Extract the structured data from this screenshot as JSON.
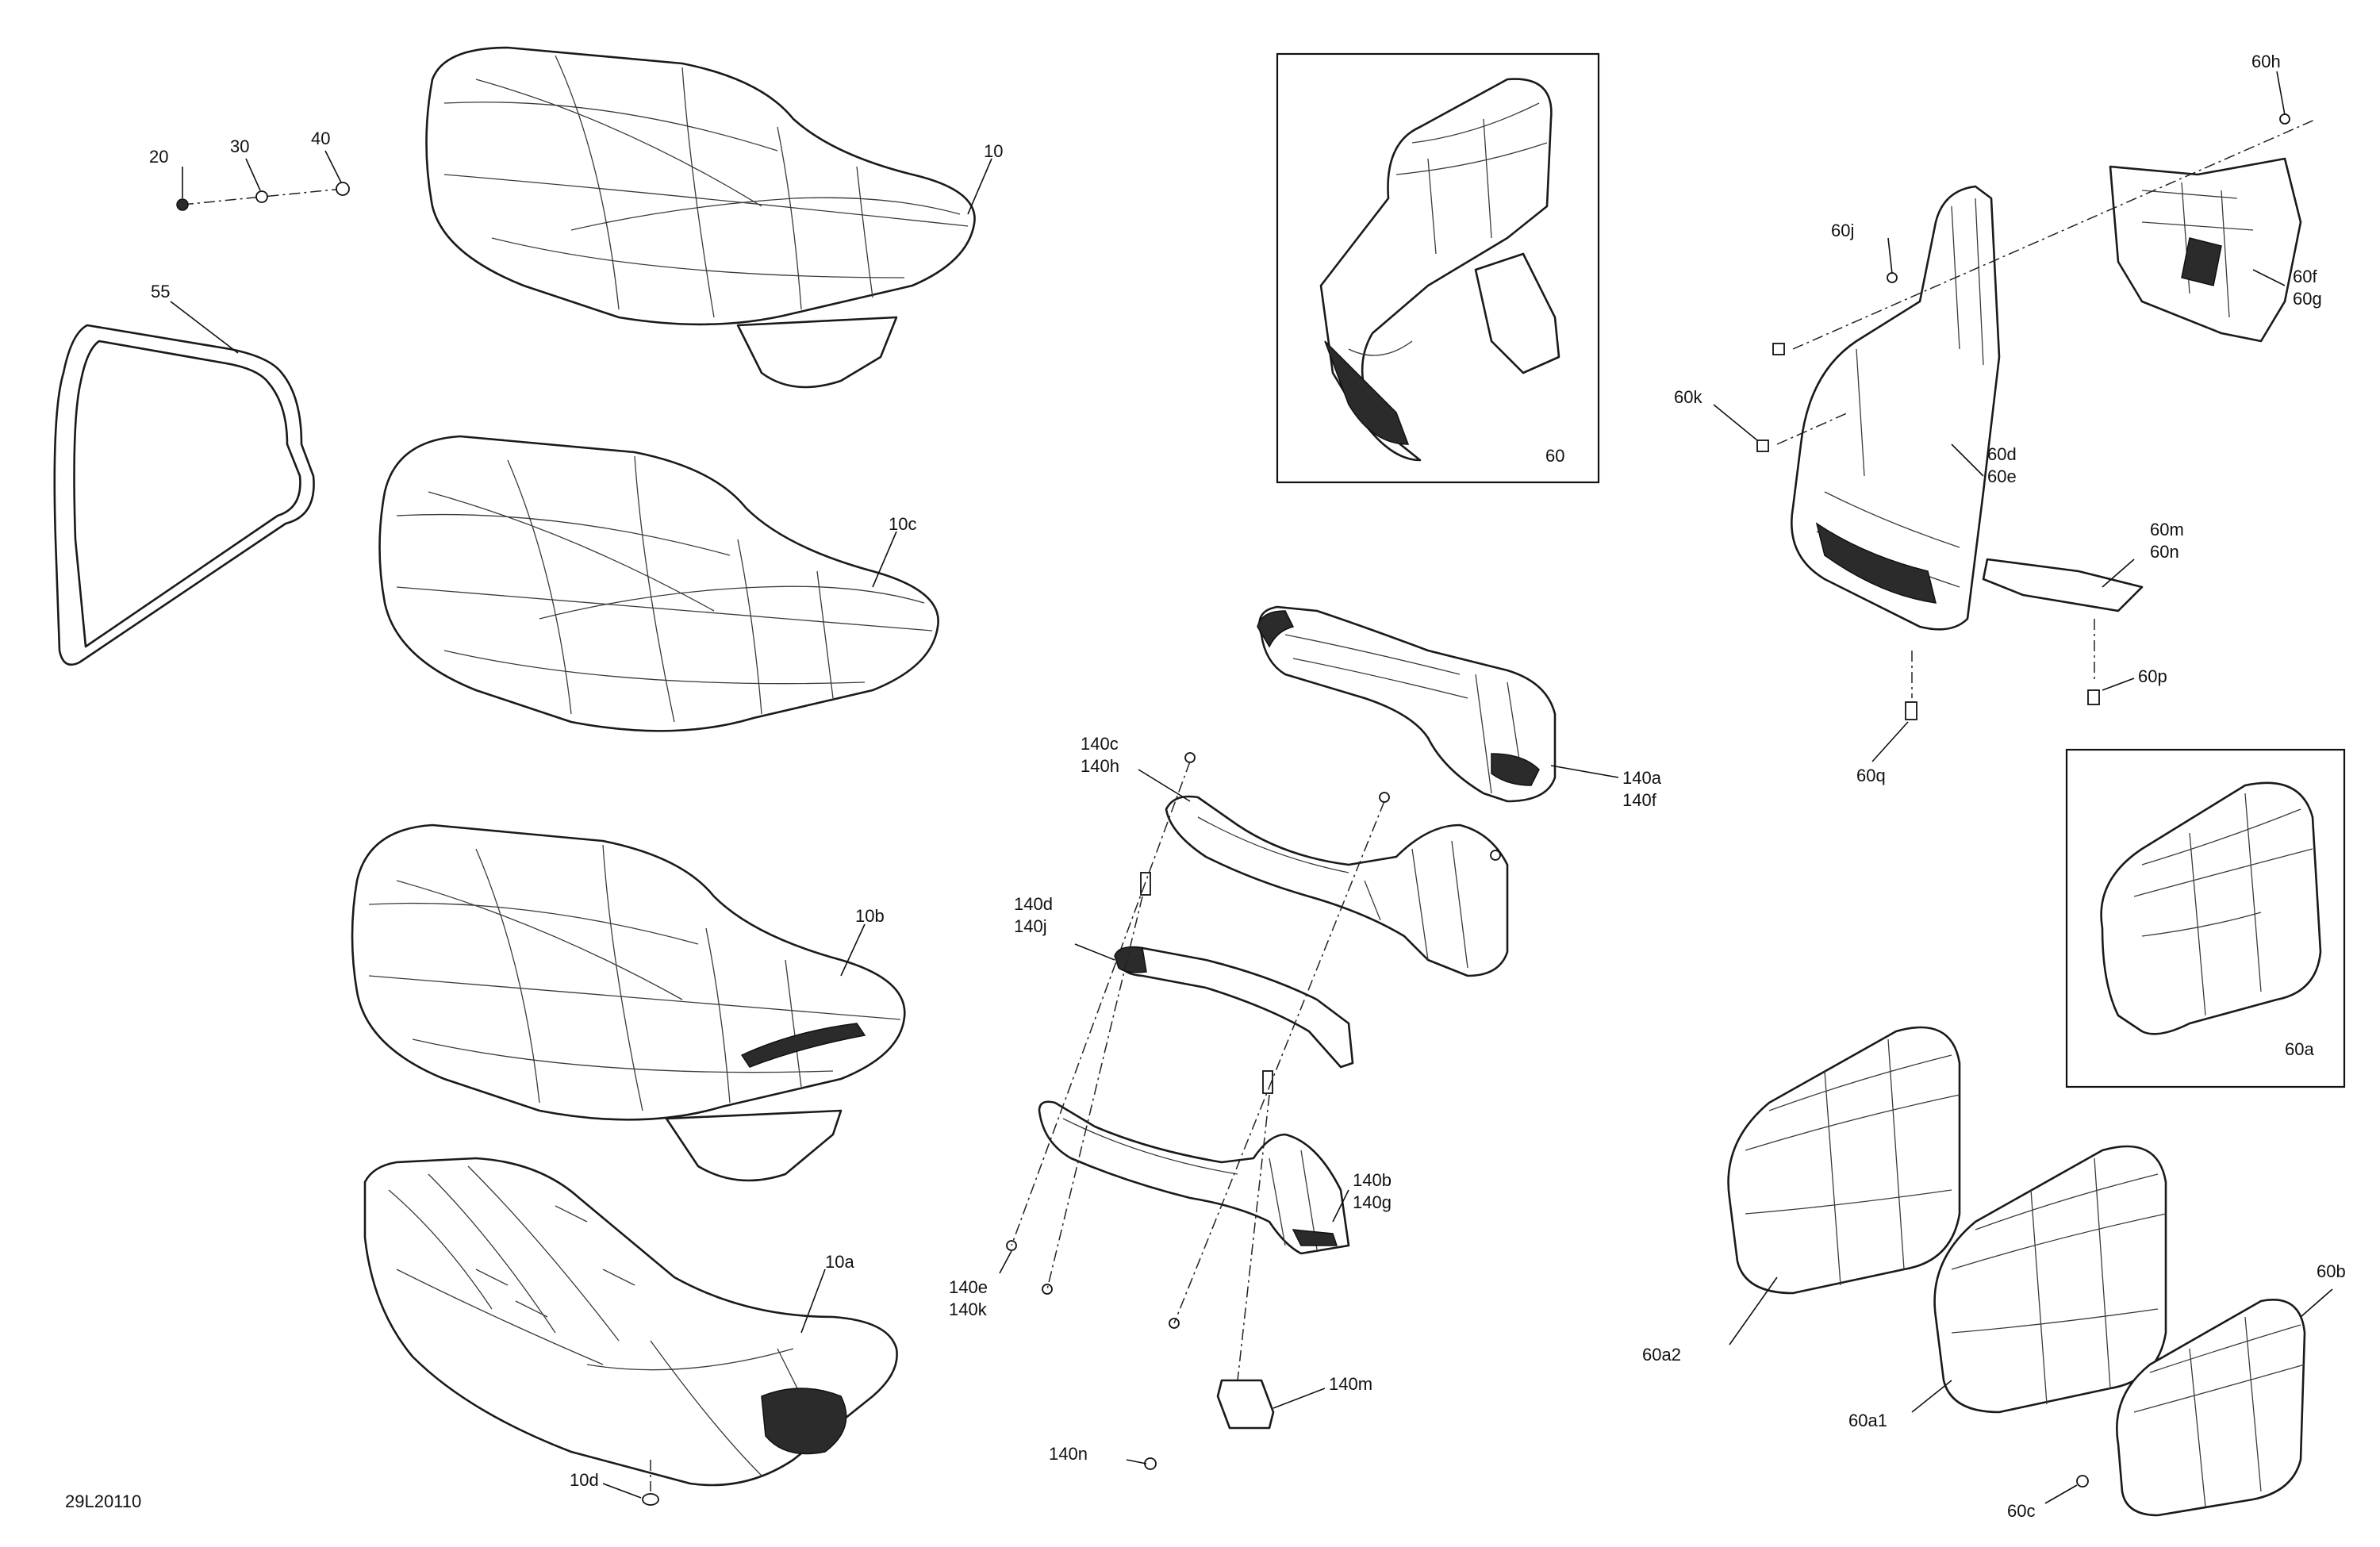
{
  "diagram": {
    "reference_code": "29L20110",
    "callouts": {
      "c10": "10",
      "c10c": "10c",
      "c10b": "10b",
      "c10a": "10a",
      "c10d": "10d",
      "c20": "20",
      "c30": "30",
      "c40": "40",
      "c55": "55",
      "c60": "60",
      "c60h": "60h",
      "c60j": "60j",
      "c60k": "60k",
      "c60f": "60f",
      "c60g": "60g",
      "c60d": "60d",
      "c60e": "60e",
      "c60m": "60m",
      "c60n": "60n",
      "c60p": "60p",
      "c60q": "60q",
      "c60a": "60a",
      "c60a2": "60a2",
      "c60a1": "60a1",
      "c60b": "60b",
      "c60c": "60c",
      "c140a": "140a",
      "c140f": "140f",
      "c140c": "140c",
      "c140h": "140h",
      "c140d": "140d",
      "c140j": "140j",
      "c140b": "140b",
      "c140g": "140g",
      "c140e": "140e",
      "c140k": "140k",
      "c140n": "140n",
      "c140m": "140m"
    }
  }
}
